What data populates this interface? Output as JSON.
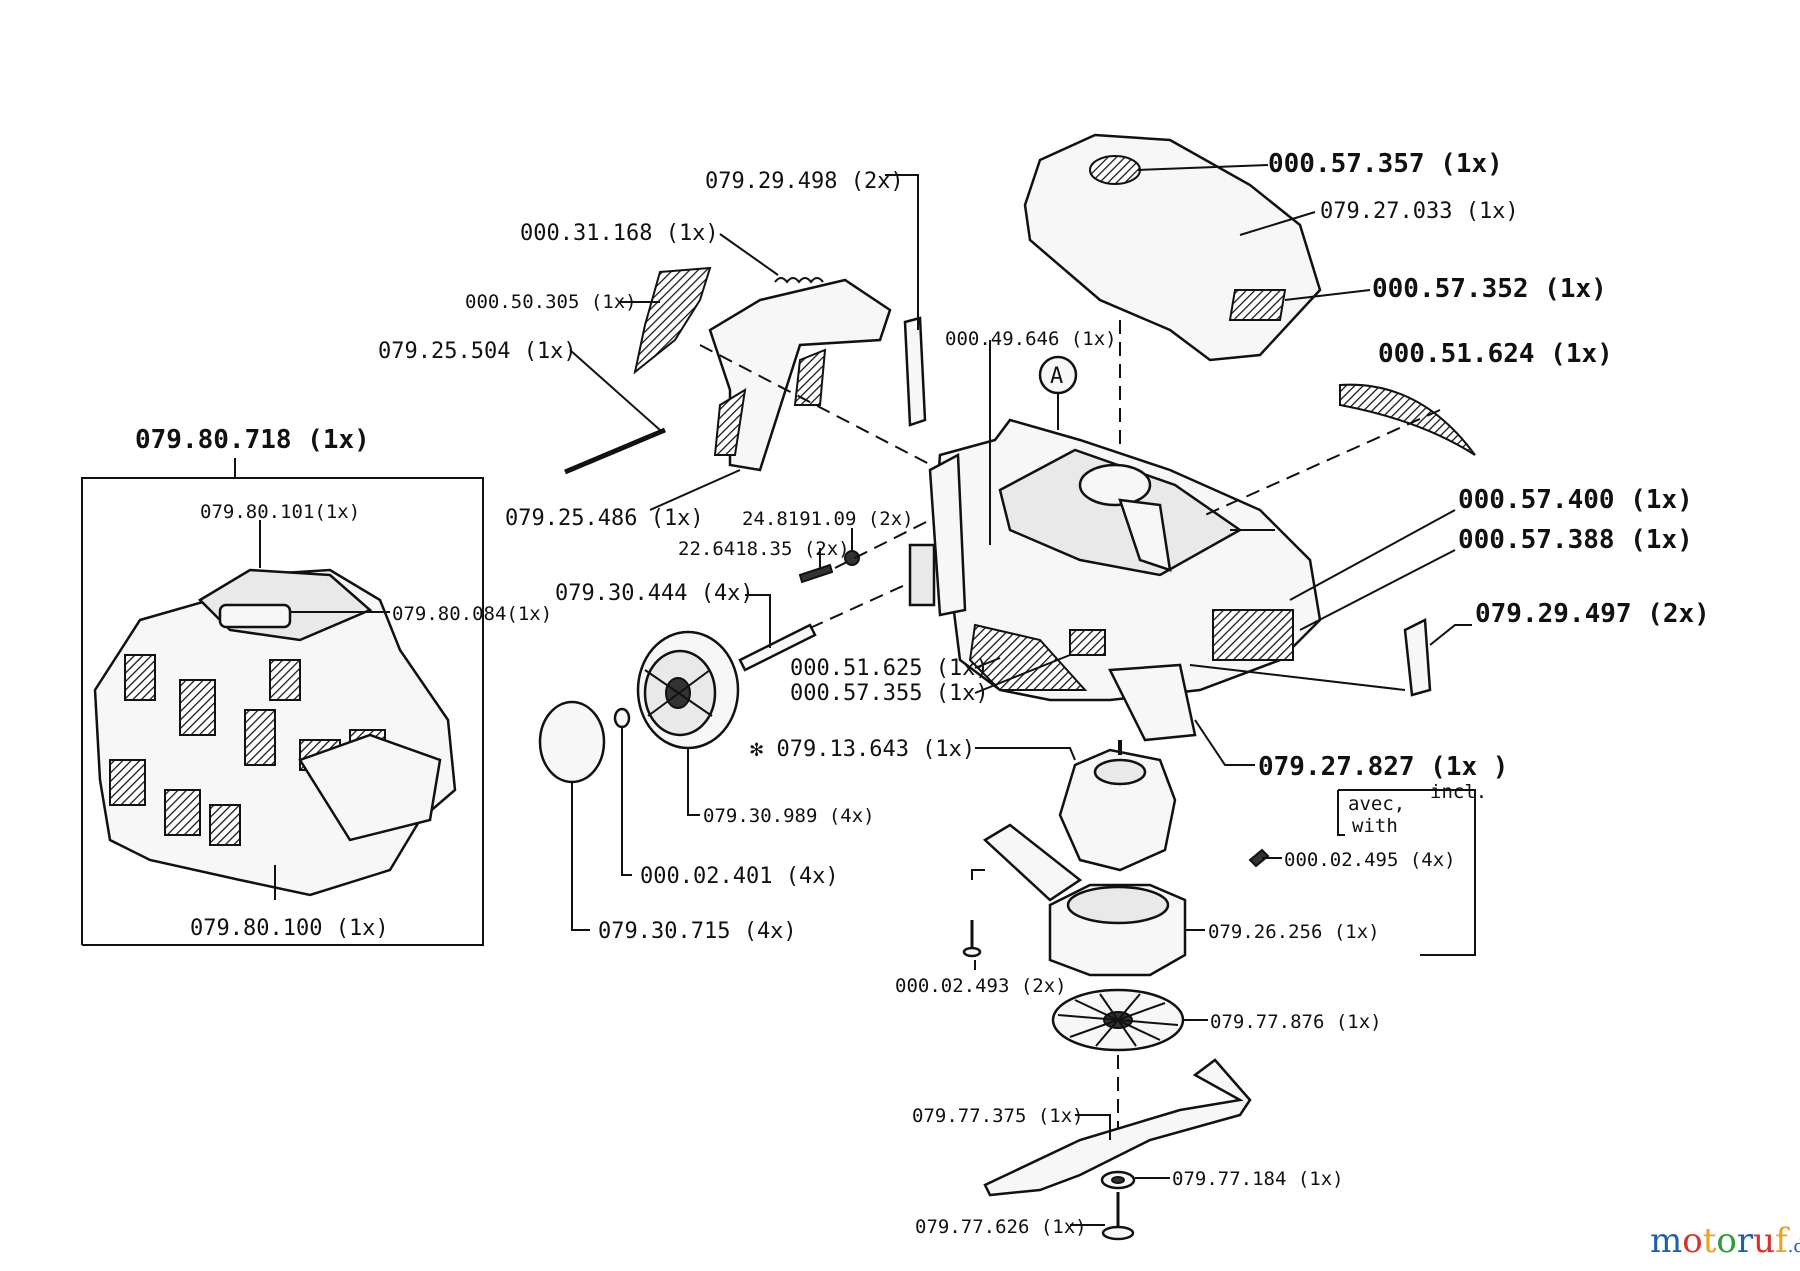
{
  "assembly": {
    "id": "079.80.718 (1x)",
    "parts": {
      "grass_box_cover": "079.80.101(1x)",
      "grass_box_handle": "079.80.084(1x)",
      "grass_box_base": "079.80.100 (1x)"
    }
  },
  "labels": {
    "p1": "079.29.498 (2x)",
    "p2": "000.31.168 (1x)",
    "p3": "000.50.305 (1x)",
    "p4": "079.25.504 (1x)",
    "p5": "079.25.486 (1x)",
    "p6": "24.8191.09 (2x)",
    "p7": "22.6418.35 (2x)",
    "p8": "079.30.444 (4x)",
    "p9": "000.49.646 (1x)",
    "p10": "000.57.357 (1x)",
    "p11": "079.27.033 (1x)",
    "p12": "000.57.352 (1x)",
    "p13": "000.51.624 (1x)",
    "p14": "000.57.400 (1x)",
    "p15": "000.57.388 (1x)",
    "p16": "079.29.497 (2x)",
    "p17": "000.51.625 (1x)",
    "p18": "000.57.355 (1x)",
    "p19": "✻ 079.13.643 (1x)",
    "p20": "079.27.827 (1x )",
    "p21": "079.30.989 (4x)",
    "p22": "000.02.401 (4x)",
    "p23": "079.30.715 (4x)",
    "p24": "000.02.495 (4x)",
    "p25": "079.26.256 (1x)",
    "p26": "000.02.493 (2x)",
    "p27": "079.77.876 (1x)",
    "p28": "079.77.375 (1x)",
    "p29": "079.77.184 (1x)",
    "p30": "079.77.626 (1x)"
  },
  "notes": {
    "marker": "A",
    "incl": "incl.",
    "avec": "avec,",
    "with": "with"
  },
  "watermark": {
    "text": "motoruf",
    "suffix": ".de",
    "colors": [
      "#1f5fa8",
      "#d9322a",
      "#e8a51c",
      "#2a9d3a"
    ]
  }
}
